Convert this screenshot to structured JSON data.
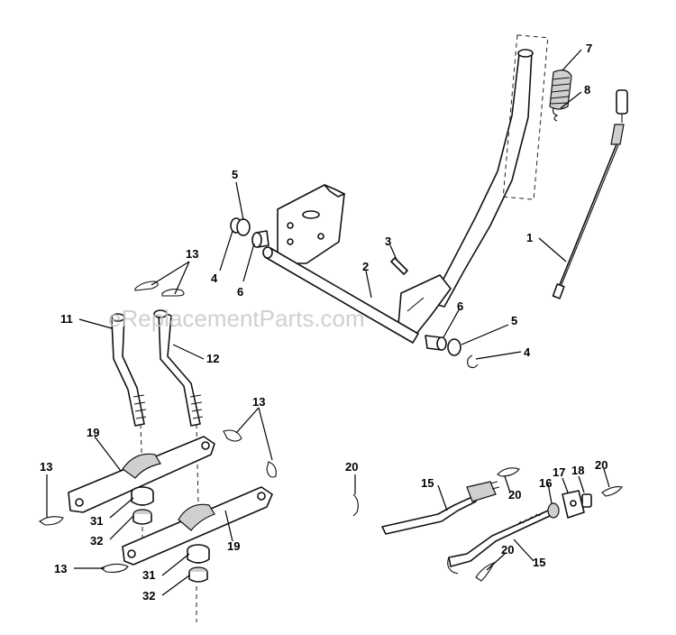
{
  "watermark": "eReplacementParts.com",
  "callouts": [
    {
      "id": "c7",
      "text": "7"
    },
    {
      "id": "c8",
      "text": "8"
    },
    {
      "id": "c1",
      "text": "1"
    },
    {
      "id": "c5a",
      "text": "5"
    },
    {
      "id": "c4a",
      "text": "4"
    },
    {
      "id": "c6a",
      "text": "6"
    },
    {
      "id": "c3",
      "text": "3"
    },
    {
      "id": "c2",
      "text": "2"
    },
    {
      "id": "c6b",
      "text": "6"
    },
    {
      "id": "c5b",
      "text": "5"
    },
    {
      "id": "c4b",
      "text": "4"
    },
    {
      "id": "c13a",
      "text": "13"
    },
    {
      "id": "c11",
      "text": "11"
    },
    {
      "id": "c12",
      "text": "12"
    },
    {
      "id": "c13b",
      "text": "13"
    },
    {
      "id": "c19a",
      "text": "19"
    },
    {
      "id": "c13c",
      "text": "13"
    },
    {
      "id": "c31a",
      "text": "31"
    },
    {
      "id": "c32a",
      "text": "32"
    },
    {
      "id": "c19b",
      "text": "19"
    },
    {
      "id": "c13d",
      "text": "13"
    },
    {
      "id": "c31b",
      "text": "31"
    },
    {
      "id": "c32b",
      "text": "32"
    },
    {
      "id": "c20a",
      "text": "20"
    },
    {
      "id": "c15a",
      "text": "15"
    },
    {
      "id": "c20b",
      "text": "20"
    },
    {
      "id": "c16",
      "text": "16"
    },
    {
      "id": "c17",
      "text": "17"
    },
    {
      "id": "c18",
      "text": "18"
    },
    {
      "id": "c20c",
      "text": "20"
    },
    {
      "id": "c20d",
      "text": "20"
    },
    {
      "id": "c15b",
      "text": "15"
    }
  ]
}
